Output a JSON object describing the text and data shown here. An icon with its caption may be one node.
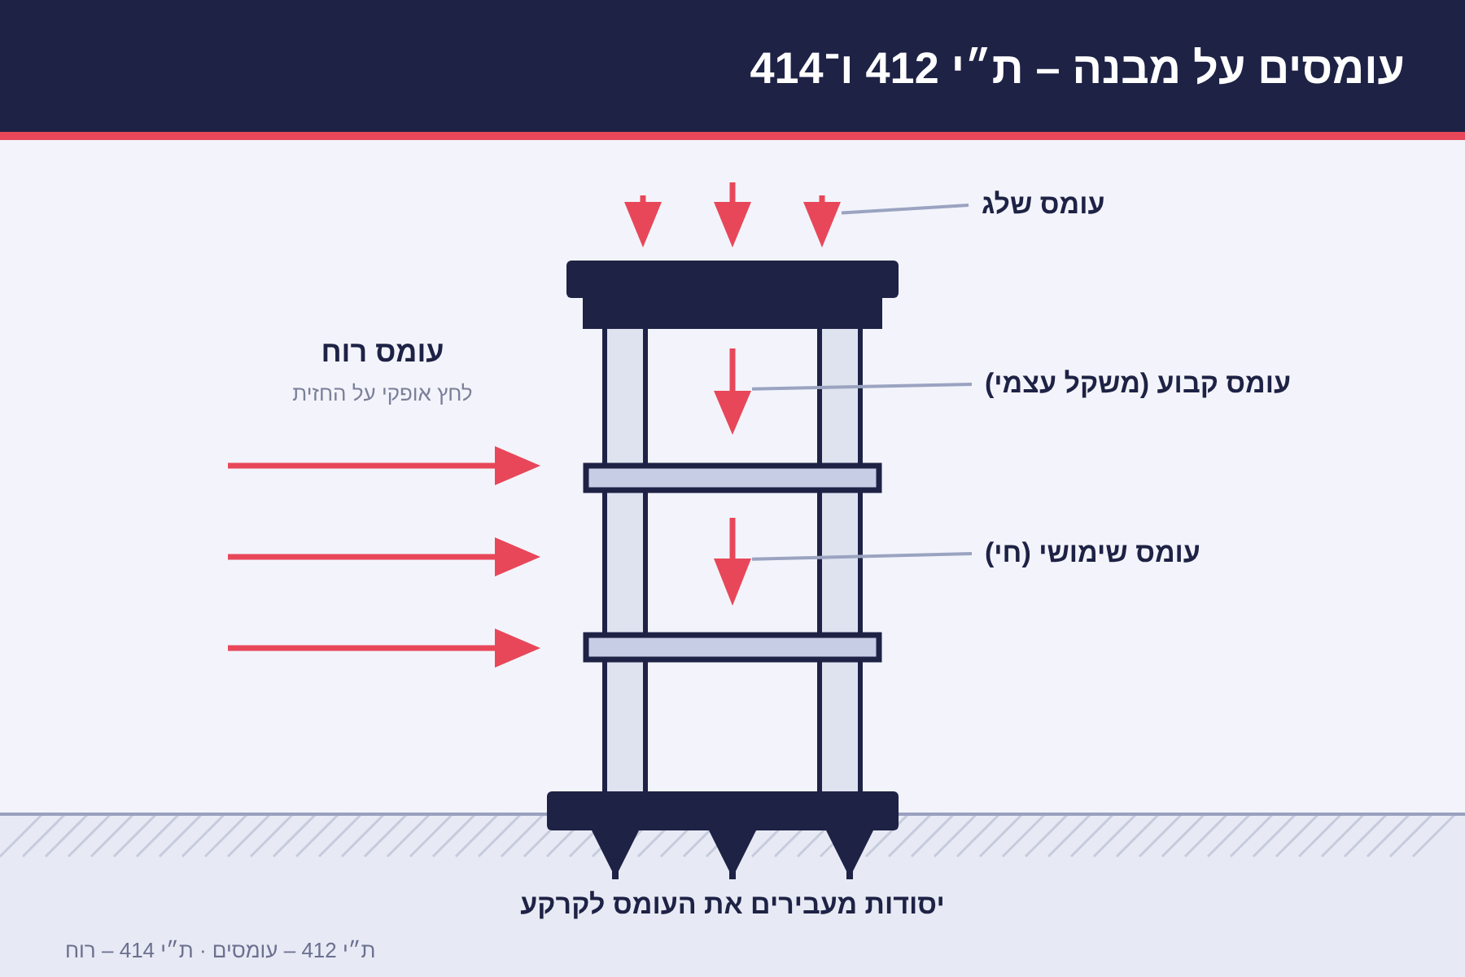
{
  "diagram": {
    "title": "עומסים על מבנה – ת״י 412 ו־414",
    "nodes": [
      {
        "text": [
          "עומס שלג"
        ]
      },
      {
        "text": [],
        "shape": "arrow"
      },
      {
        "text": [
          "עומס קבוע (משקל עצמי)"
        ]
      },
      {
        "text": [],
        "shape": "arrow"
      },
      {
        "text": [
          "עומס שימושי (חי)"
        ]
      },
      {
        "text": [],
        "shape": "arrow"
      }
    ],
    "edges": [
      {
        "from": 0,
        "to": 1,
        "arrow": "none"
      },
      {
        "from": 2,
        "to": 3,
        "arrow": "none"
      },
      {
        "from": 4,
        "to": 5,
        "arrow": "none"
      }
    ],
    "labels": [
      "עומס רוח",
      "לחץ אופקי על החזית",
      "יסודות מעבירים את העומס לקרקע",
      "ת״י 412 – עומסים · ת״י 414 – רוח"
    ]
  }
}
